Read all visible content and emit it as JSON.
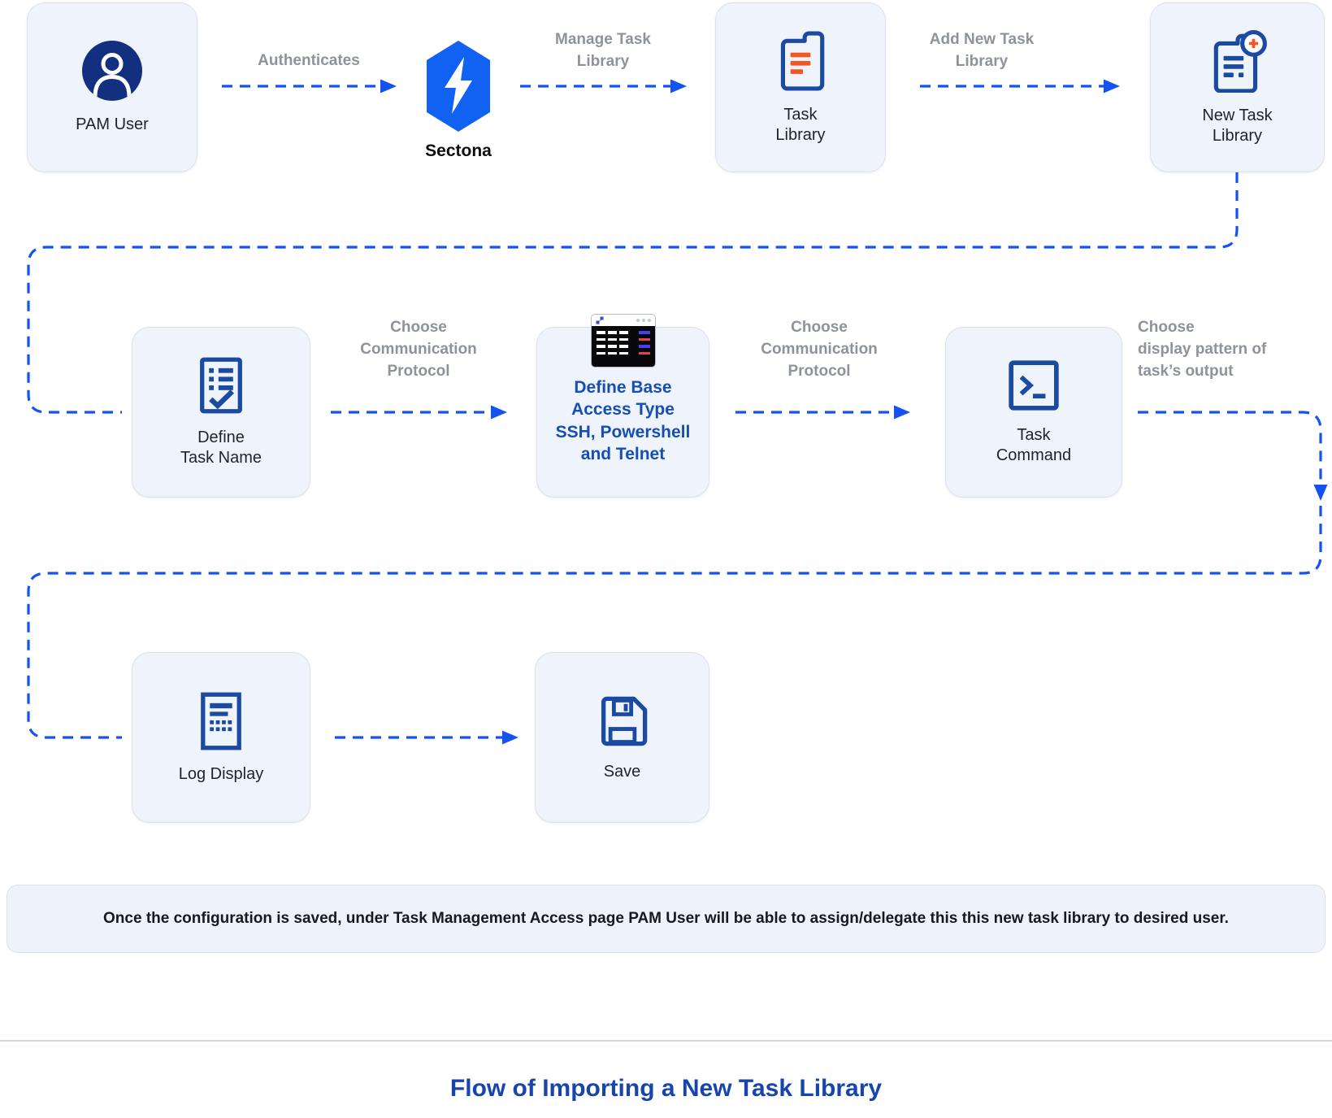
{
  "title": "Flow of Importing a New Task Library",
  "note": "Once the configuration is saved, under Task Management Access page PAM User will be able to assign/delegate this this new task library to desired user.",
  "nodes": {
    "pam_user": "PAM User",
    "sectona": "Sectona",
    "task_library": "Task\nLibrary",
    "new_task_library": "New Task\nLibrary",
    "define_task_name": "Define\nTask Name",
    "define_base_access": "Define Base\nAccess Type\nSSH, Powershell\nand Telnet",
    "task_command": "Task\nCommand",
    "log_display": "Log Display",
    "save": "Save"
  },
  "arrows": {
    "authenticates": "Authenticates",
    "manage_task_library": "Manage Task\nLibrary",
    "add_new_task_library": "Add New Task\nLibrary",
    "choose_protocol_1": "Choose\nCommunication\nProtocol",
    "choose_protocol_2": "Choose\nCommunication\nProtocol",
    "choose_display_pattern": "Choose\ndisplay pattern of\ntask’s output"
  },
  "colors": {
    "arrow_blue": "#1553f0",
    "icon_blue": "#1b4aa2",
    "accent_orange": "#f4561f",
    "label_gray": "#8e939b",
    "deep_blue_text": "#154fb3",
    "title_blue": "#1745ad",
    "node_background": "#eff3fb",
    "avatar_navy": "#122f80",
    "sectona_blue": "#1161f3"
  }
}
